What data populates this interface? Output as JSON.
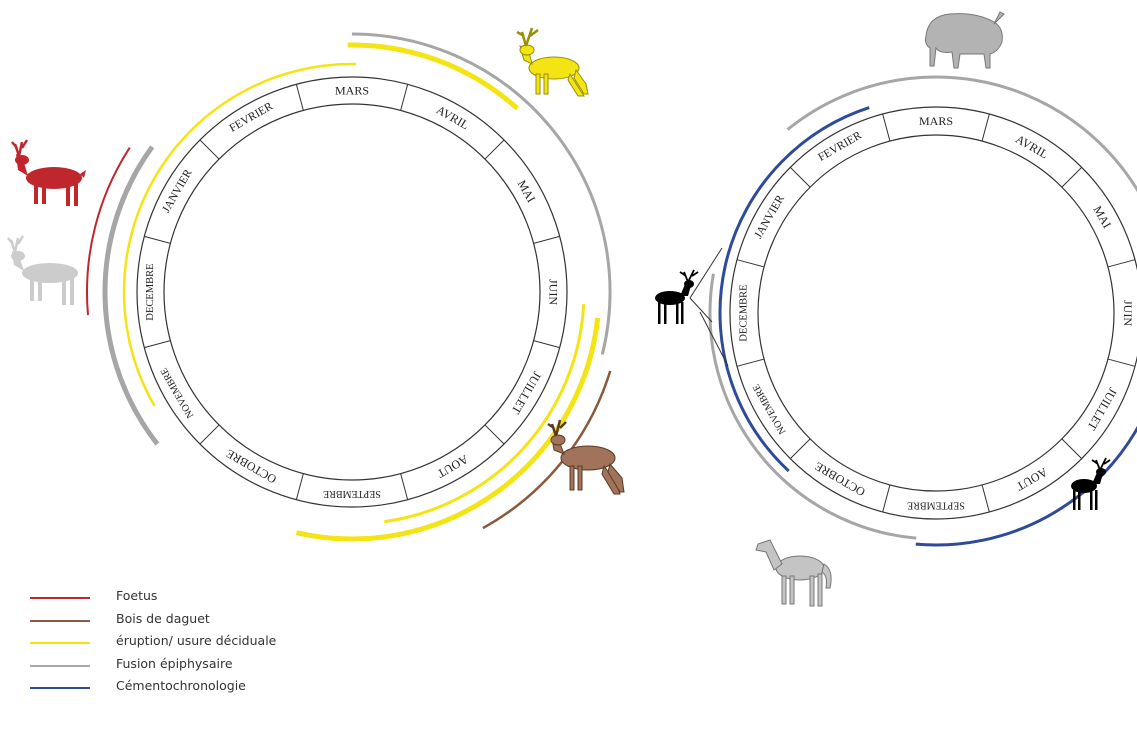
{
  "diagram": {
    "months": [
      "JANVIER",
      "FEVRIER",
      "MARS",
      "AVRIL",
      "MAI",
      "JUIN",
      "JUILLET",
      "AOUT",
      "SEPTEMBRE",
      "OCTOBRE",
      "NOVEMBRE",
      "DECEMBRE"
    ],
    "series": [
      {
        "key": "foetus",
        "label": "Foetus",
        "color": "#c0272d"
      },
      {
        "key": "daguet",
        "label": "Bois de daguet",
        "color": "#8b5a3c"
      },
      {
        "key": "eruption",
        "label": "éruption/ usure déciduale",
        "color": "#f4e414"
      },
      {
        "key": "fusion",
        "label": "Fusion épiphysaire",
        "color": "#a6a6a6"
      },
      {
        "key": "cemento",
        "label": "Cémentochronologie",
        "color": "#2e4a9a"
      }
    ],
    "animals": [
      {
        "name": "reindeer-red-icon",
        "color": "#c0272d"
      },
      {
        "name": "reindeer-grey-icon",
        "color": "#cccccc"
      },
      {
        "name": "reindeer-yellow-icon",
        "color": "#f4e414"
      },
      {
        "name": "reindeer-brown-icon",
        "color": "#a0735a"
      },
      {
        "name": "bison-icon",
        "color": "#b3b3b3"
      },
      {
        "name": "deer-black-icon",
        "color": "#000000"
      },
      {
        "name": "horse-icon",
        "color": "#c4c4c4"
      }
    ]
  }
}
